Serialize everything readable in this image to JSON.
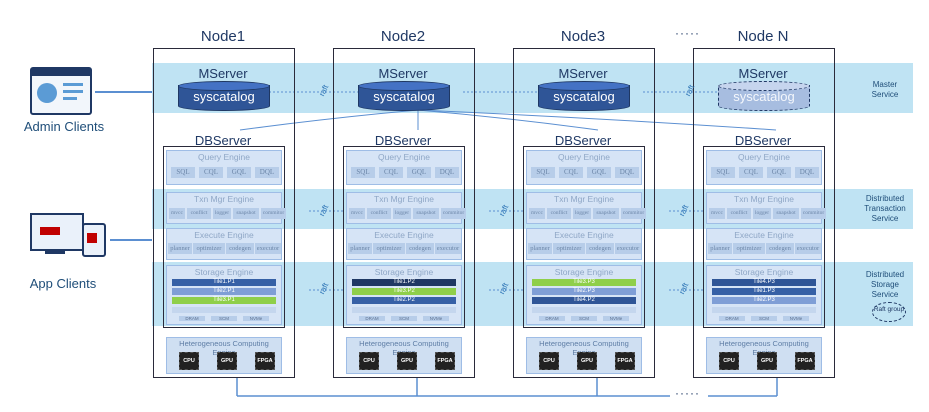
{
  "nodes": [
    {
      "title": "Node1",
      "mserver": "MServer",
      "syscatalog": "syscatalog",
      "dbserver": "DBServer",
      "tiles": [
        {
          "label": "Tile1.P1",
          "color": "#3660a6"
        },
        {
          "label": "Tile2.P1",
          "color": "#7f9ed6"
        },
        {
          "label": "Tile3.P1",
          "color": "#8fcf4a"
        }
      ],
      "ghost": false
    },
    {
      "title": "Node2",
      "mserver": "MServer",
      "syscatalog": "syscatalog",
      "dbserver": "DBServer",
      "tiles": [
        {
          "label": "Tile1.P2",
          "color": "#203864"
        },
        {
          "label": "Tile3.P2",
          "color": "#8fcf4a"
        },
        {
          "label": "Tile2.P2",
          "color": "#3660a6"
        }
      ],
      "ghost": false
    },
    {
      "title": "Node3",
      "mserver": "MServer",
      "syscatalog": "syscatalog",
      "dbserver": "DBServer",
      "tiles": [
        {
          "label": "Tile3.P3",
          "color": "#8fcf4a"
        },
        {
          "label": "Tile2.P3",
          "color": "#7f9ed6"
        },
        {
          "label": "Tile4.P2",
          "color": "#2f5597"
        }
      ],
      "ghost": false
    },
    {
      "title": "Node N",
      "mserver": "MServer",
      "syscatalog": "syscatalog",
      "dbserver": "DBServer",
      "tiles": [
        {
          "label": "Tile4.P3",
          "color": "#2f5597"
        },
        {
          "label": "Tile1.P3",
          "color": "#3660a6"
        },
        {
          "label": "Tile2.P3",
          "color": "#7f9ed6"
        }
      ],
      "ghost": true
    }
  ],
  "engines": {
    "query": {
      "title": "Query Engine",
      "items": [
        "SQL",
        "CQL",
        "GQL",
        "DQL"
      ]
    },
    "txn": {
      "title": "Txn Mgr Engine",
      "items": [
        "mvcc",
        "conflict",
        "logger",
        "snapshot",
        "commitor"
      ]
    },
    "exec": {
      "title": "Execute Engine",
      "items": [
        "planner",
        "optimizer",
        "codegen",
        "executor"
      ]
    },
    "storage": {
      "title": "Storage Engine",
      "footer": [
        "DRAM",
        "SCM",
        "NVMe"
      ]
    },
    "hce": {
      "title": "Heterogeneous Computing Engine",
      "chips": [
        "CPU",
        "GPU",
        "FPGA"
      ]
    }
  },
  "bands": {
    "master": "Master Service",
    "txn": "Distributed Transaction Service",
    "storage": "Distributed Storage Service"
  },
  "raft": "raft",
  "raft_group": "Raft group",
  "ellipsis": "·····",
  "clients": {
    "admin": "Admin Clients",
    "app": "App Clients"
  },
  "colors": {
    "band": "#bfe3f3",
    "engine": "#d6e4f6",
    "title": "#1f3864",
    "accent": "#2e75b6"
  }
}
